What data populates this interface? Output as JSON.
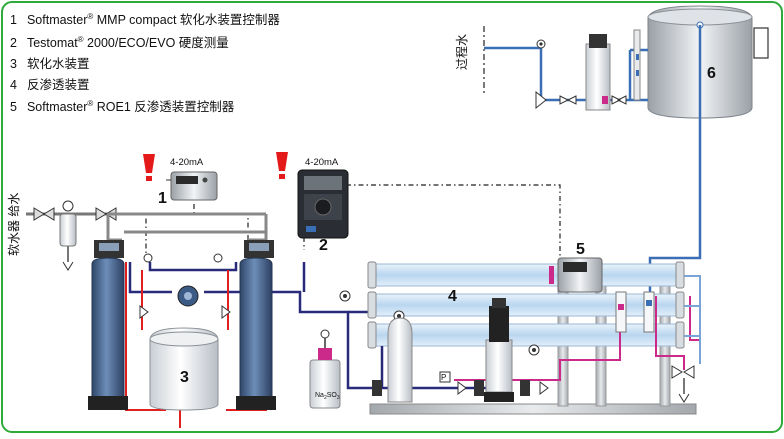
{
  "legend": [
    {
      "num": "1",
      "name": "Softmaster",
      "sup": "®",
      "rest": " MMP compact 软化水装置控制器"
    },
    {
      "num": "2",
      "name": "Testomat",
      "sup": "®",
      "rest": " 2000/ECO/EVO 硬度测量"
    },
    {
      "num": "3",
      "name": "软化水装置",
      "sup": "",
      "rest": ""
    },
    {
      "num": "4",
      "name": "反渗透装置",
      "sup": "",
      "rest": ""
    },
    {
      "num": "5",
      "name": "Softmaster",
      "sup": "®",
      "rest": " ROE1 反渗透装置控制器"
    }
  ],
  "labels": {
    "signal_1": "4-20mA",
    "signal_2": "4-20mA",
    "feed_water": "软水器 给水",
    "process_water": "过程水",
    "chem_prefix": "Na",
    "chem_sub1": "2",
    "chem_mid": "SO",
    "chem_sub2": "3",
    "valve_p": "P"
  },
  "callouts": {
    "c1": "1",
    "c2": "2",
    "c3": "3",
    "c4": "4",
    "c5": "5",
    "c6": "6"
  },
  "colors": {
    "border": "#2eaa3a",
    "pipe_blue": "#3a6fb5",
    "pipe_navy": "#2a2a7a",
    "pipe_red": "#e02020",
    "pipe_magenta": "#cc2a8a",
    "pipe_light": "#7aa4d8",
    "alarm_red": "#e41a1a",
    "tank_blue": "#3c5a86",
    "membrane": "#cfe4f6"
  }
}
